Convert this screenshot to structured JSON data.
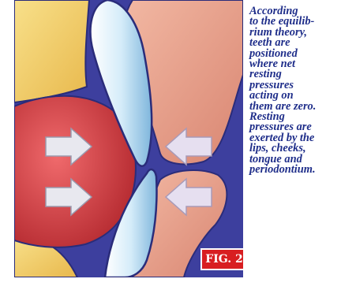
{
  "figure": {
    "label": "FIG. 2",
    "colors": {
      "background_blue": "#3d3f9e",
      "tongue_red": "#d8464a",
      "lip_pink": "#e6a08b",
      "cheek_yellow": "#f3d473",
      "tooth_blue": "#bcdff3",
      "label_red": "#d81e21",
      "caption_blue": "#1f2e8a"
    },
    "arrows": [
      {
        "name": "tongue-upper",
        "direction": "right"
      },
      {
        "name": "tongue-lower",
        "direction": "right"
      },
      {
        "name": "lip-upper",
        "direction": "left"
      },
      {
        "name": "lip-lower",
        "direction": "left"
      }
    ]
  },
  "caption": {
    "lines": [
      "According",
      "to the equilib-",
      "rium theory,",
      "teeth are",
      "positioned",
      "where net",
      "resting",
      "pressures",
      "acting on",
      "them are zero.",
      "Resting",
      "pressures are",
      "exerted by the",
      "lips, cheeks,",
      "tongue and",
      "periodontium."
    ]
  }
}
